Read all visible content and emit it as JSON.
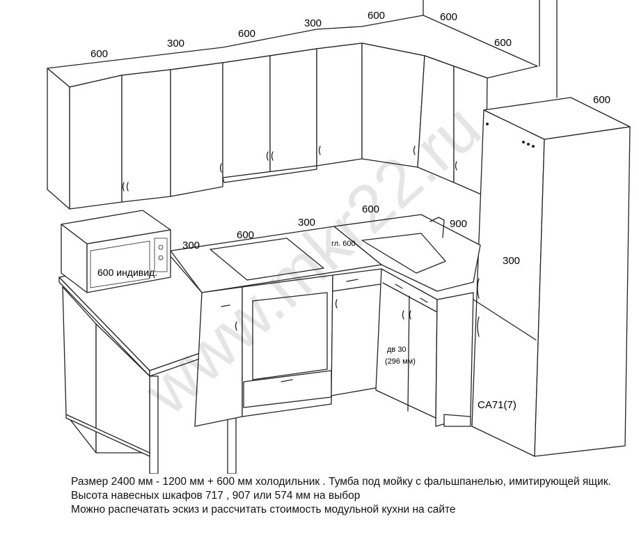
{
  "dimensions": {
    "upper": [
      "600",
      "300",
      "600",
      "300",
      "600",
      "600",
      "600"
    ],
    "fridge_depth": "600",
    "base": [
      "300",
      "600",
      "300",
      "600",
      "900"
    ],
    "fridge_mid": "300",
    "sink_depth": "гл. 600",
    "microwave": "600 индивид.",
    "door_width": "дв 30",
    "door_width_mm": "(296 мм)",
    "fridge_model": "CA71(7)"
  },
  "watermark": "www.mkr22.ru",
  "caption": {
    "line1": "Размер 2400 мм - 1200 мм + 600 мм холодильник . Тумба под мойку с фальшпанелью, имитирующей ящик.",
    "line2": "Высота навесных шкафов 717 , 907 или 574 мм на выбор",
    "line3": "Можно распечатать эскиз и рассчитать стоимость модульной кухни на сайте"
  }
}
